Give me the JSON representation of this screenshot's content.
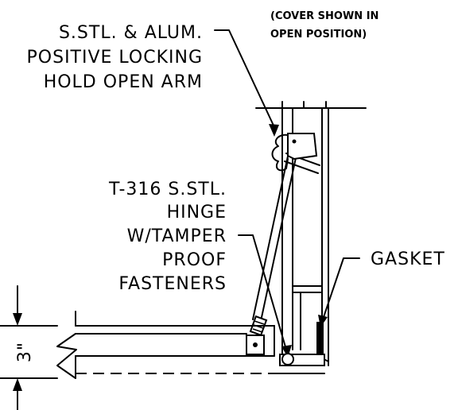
{
  "labels": {
    "cover_note_line1": "(COVER SHOWN IN",
    "cover_note_line2": "OPEN POSITION)",
    "arm_line1": "S.STL. & ALUM.",
    "arm_line2": "POSITIVE LOCKING",
    "arm_line3": "HOLD OPEN ARM",
    "hinge_line1": "T-316 S.STL.",
    "hinge_line2": "HINGE",
    "hinge_line3": "W/TAMPER",
    "hinge_line4": "PROOF",
    "hinge_line5": "FASTENERS",
    "gasket": "GASKET",
    "dimension": "3\""
  }
}
